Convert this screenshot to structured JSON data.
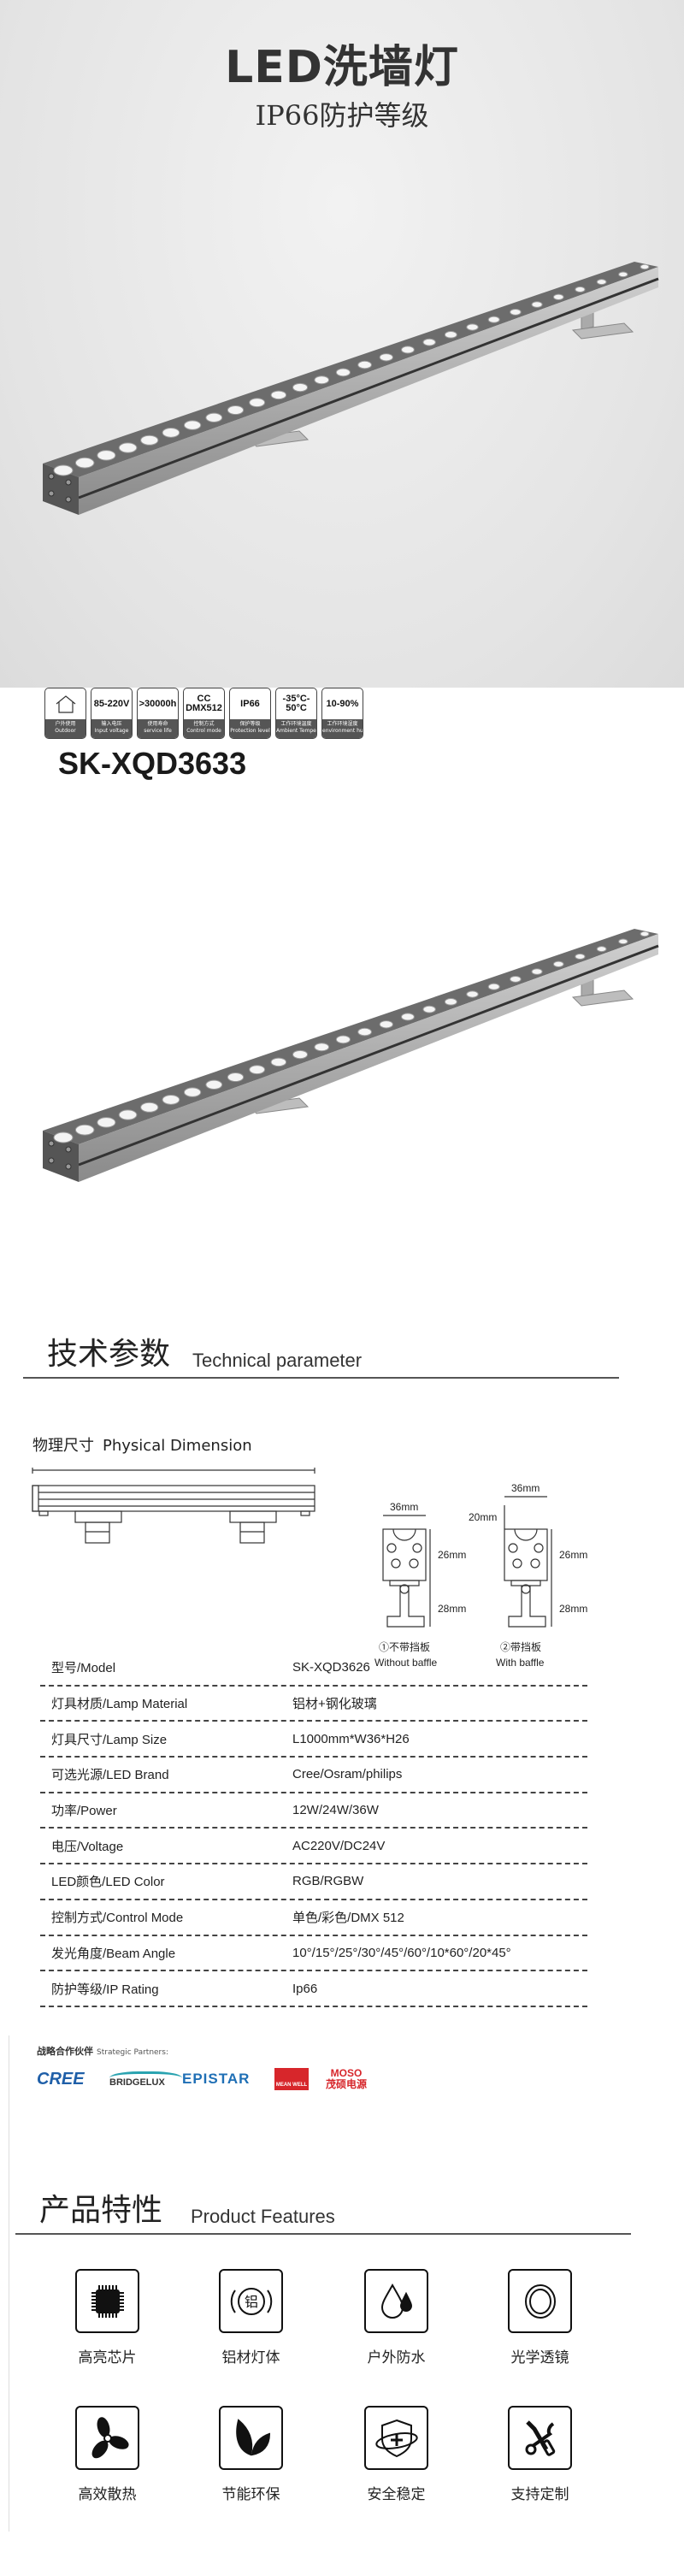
{
  "hero": {
    "title": "LED洗墙灯",
    "subtitle": "IP66防护等级"
  },
  "badges": [
    {
      "icon": "house-icon",
      "top": "",
      "zh": "户外使用",
      "en": "Outdoor"
    },
    {
      "icon": "wave-icon",
      "top": "85-220V",
      "zh": "输入电压",
      "en": "Input voltage"
    },
    {
      "icon": "",
      "top": ">30000h",
      "zh": "使用寿命",
      "en": "service life"
    },
    {
      "icon": "",
      "top": "CC DMX512",
      "zh": "控制方式",
      "en": "Control mode"
    },
    {
      "icon": "",
      "top": "IP66",
      "zh": "保护等级",
      "en": "Protection level"
    },
    {
      "icon": "thermometer-icon",
      "top": "-35°C-50°C",
      "zh": "工作环境温度",
      "en": "Ambient Temperature"
    },
    {
      "icon": "droplets-icon",
      "top": "10-90%",
      "zh": "工作环境湿度",
      "en": "environment humidity"
    }
  ],
  "model": "SK-XQD3633",
  "tech": {
    "title_zh": "技术参数",
    "title_en": "Technical parameter",
    "physical_zh": "物理尺寸",
    "physical_en": "Physical Dimension",
    "dims": {
      "width": "36mm",
      "baffle": "20mm",
      "height_top": "26mm",
      "height_bottom": "28mm"
    },
    "variants": [
      {
        "zh": "①不带挡板",
        "en": "Without baffle"
      },
      {
        "zh": "②带挡板",
        "en": "With baffle"
      }
    ]
  },
  "spec": [
    {
      "k": "型号/Model",
      "v": "SK-XQD3626"
    },
    {
      "k": "灯具材质/Lamp Material",
      "v": "铝材+钢化玻璃"
    },
    {
      "k": "灯具尺寸/Lamp Size",
      "v": "L1000mm*W36*H26"
    },
    {
      "k": "可选光源/LED Brand",
      "v": "Cree/Osram/philips"
    },
    {
      "k": "功率/Power",
      "v": "12W/24W/36W"
    },
    {
      "k": "电压/Voltage",
      "v": "AC220V/DC24V"
    },
    {
      "k": "LED颜色/LED Color",
      "v": "RGB/RGBW"
    },
    {
      "k": "控制方式/Control Mode",
      "v": "单色/彩色/DMX 512"
    },
    {
      "k": "发光角度/Beam Angle",
      "v": "10°/15°/25°/30°/45°/60°/10*60°/20*45°"
    },
    {
      "k": "防护等级/IP Rating",
      "v": "Ip66"
    }
  ],
  "partners": {
    "label_zh": "战略合作伙伴",
    "label_en": "Strategic Partners:",
    "logos": [
      {
        "name": "CREE",
        "color": "#1f5fa8"
      },
      {
        "name": "BRIDGELUX",
        "color": "#333333"
      },
      {
        "name": "EPISTAR",
        "color": "#1f6fb5"
      },
      {
        "name": "MEAN WELL",
        "color": "#d7262b"
      },
      {
        "name": "MOSO",
        "sub": "茂硕电源",
        "color": "#d7262b"
      }
    ]
  },
  "features": {
    "title_zh": "产品特性",
    "title_en": "Product Features",
    "items": [
      {
        "icon": "chip-icon",
        "label": "高亮芯片"
      },
      {
        "icon": "aluminum-icon",
        "label": "铝材灯体",
        "glyph": "铝"
      },
      {
        "icon": "waterproof-icon",
        "label": "户外防水"
      },
      {
        "icon": "lens-icon",
        "label": "光学透镜"
      },
      {
        "icon": "fan-icon",
        "label": "高效散热"
      },
      {
        "icon": "leaf-icon",
        "label": "节能环保"
      },
      {
        "icon": "shield-icon",
        "label": "安全稳定"
      },
      {
        "icon": "tools-icon",
        "label": "支持定制"
      }
    ]
  },
  "colors": {
    "hero_bg": "#e4e4e4",
    "badge_footer": "#555555",
    "text": "#222222"
  }
}
